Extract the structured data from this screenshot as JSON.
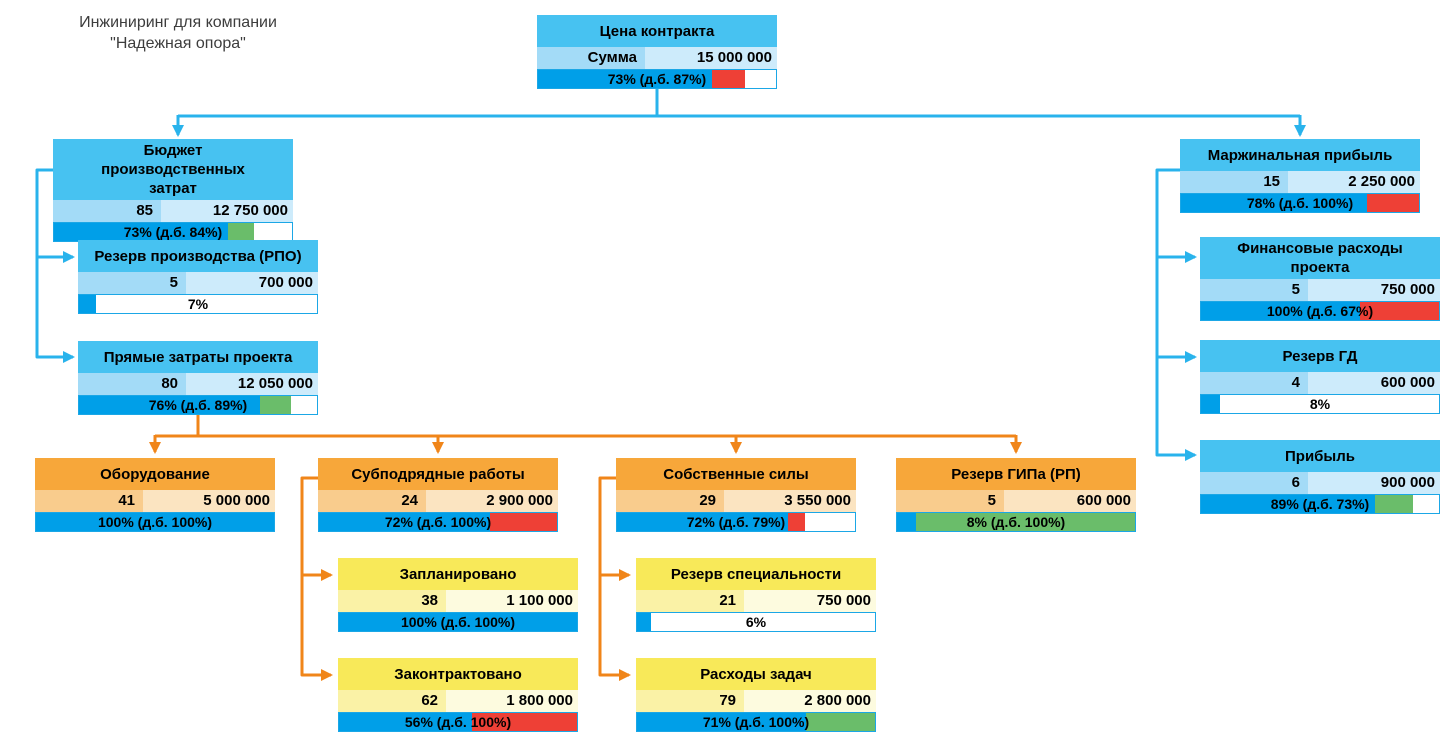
{
  "title": {
    "line1": "Инжиниринг для компании",
    "line2": "\"Надежная опора\""
  },
  "colors": {
    "blue": "#009FE8",
    "red": "#EE4036",
    "green": "#6ABD6A",
    "white": "#FFFFFF",
    "header_blue": "#47C2F1",
    "cell_blue_qty": "#A3DBF7",
    "cell_blue_amt": "#CDEBFB",
    "header_orange": "#F7A73A",
    "cell_orange_qty": "#F9CC8D",
    "cell_orange_amt": "#FBE4C1",
    "header_yellow": "#F8E959",
    "cell_yellow_qty": "#FAF2A6",
    "cell_yellow_amt": "#FDFBDF",
    "connector_blue": "#29B3EC",
    "connector_orange": "#F08519"
  },
  "nodes": {
    "contract": {
      "title": "Цена контракта",
      "qty": "Сумма",
      "amount": "15 000 000",
      "percent": "73% (д.б. 87%)",
      "segments": [
        {
          "color": "blue",
          "pct": 73
        },
        {
          "color": "red",
          "pct": 14
        }
      ]
    },
    "budget": {
      "title": "Бюджет производственных затрат",
      "qty": "85",
      "amount": "12 750 000",
      "percent": "73% (д.б. 84%)",
      "segments": [
        {
          "color": "blue",
          "pct": 73
        },
        {
          "color": "green",
          "pct": 11
        }
      ]
    },
    "reserve_rpo": {
      "title": "Резерв производства (РПО)",
      "qty": "5",
      "amount": "700 000",
      "percent": "7%",
      "segments": [
        {
          "color": "blue",
          "pct": 7
        }
      ]
    },
    "direct": {
      "title": "Прямые затраты проекта",
      "qty": "80",
      "amount": "12 050 000",
      "percent": "76% (д.б. 89%)",
      "segments": [
        {
          "color": "blue",
          "pct": 76
        },
        {
          "color": "green",
          "pct": 13
        }
      ]
    },
    "equipment": {
      "title": "Оборудование",
      "qty": "41",
      "amount": "5 000 000",
      "percent": "100% (д.б. 100%)",
      "segments": [
        {
          "color": "blue",
          "pct": 100
        }
      ]
    },
    "subcontract": {
      "title": "Субподрядные работы",
      "qty": "24",
      "amount": "2 900 000",
      "percent": "72% (д.б. 100%)",
      "segments": [
        {
          "color": "blue",
          "pct": 72
        },
        {
          "color": "red",
          "pct": 28
        }
      ]
    },
    "planned": {
      "title": "Запланировано",
      "qty": "38",
      "amount": "1 100 000",
      "percent": "100% (д.б. 100%)",
      "segments": [
        {
          "color": "blue",
          "pct": 100
        }
      ]
    },
    "contracted": {
      "title": "Законтрактовано",
      "qty": "62",
      "amount": "1 800 000",
      "percent": "56% (д.б. 100%)",
      "segments": [
        {
          "color": "blue",
          "pct": 56
        },
        {
          "color": "red",
          "pct": 44
        }
      ]
    },
    "own_forces": {
      "title": "Собственные силы",
      "qty": "29",
      "amount": "3 550 000",
      "percent": "72% (д.б. 79%)",
      "segments": [
        {
          "color": "blue",
          "pct": 72
        },
        {
          "color": "red",
          "pct": 7
        }
      ]
    },
    "spec_reserve": {
      "title": "Резерв специальности",
      "qty": "21",
      "amount": "750 000",
      "percent": "6%",
      "segments": [
        {
          "color": "blue",
          "pct": 6
        }
      ]
    },
    "task_costs": {
      "title": "Расходы задач",
      "qty": "79",
      "amount": "2 800 000",
      "percent": "71% (д.б. 100%)",
      "segments": [
        {
          "color": "blue",
          "pct": 71
        },
        {
          "color": "green",
          "pct": 29
        }
      ]
    },
    "gip_reserve": {
      "title": "Резерв ГИПа (РП)",
      "qty": "5",
      "amount": "600 000",
      "percent": "8% (д.б. 100%)",
      "segments": [
        {
          "color": "blue",
          "pct": 8
        },
        {
          "color": "green",
          "pct": 92
        }
      ]
    },
    "margin": {
      "title": "Маржинальная прибыль",
      "qty": "15",
      "amount": "2 250 000",
      "percent": "78% (д.б. 100%)",
      "segments": [
        {
          "color": "blue",
          "pct": 78
        },
        {
          "color": "red",
          "pct": 22
        }
      ]
    },
    "fin_costs": {
      "title": "Финансовые расходы проекта",
      "qty": "5",
      "amount": "750 000",
      "percent": "100% (д.б. 67%)",
      "segments": [
        {
          "color": "blue",
          "pct": 67
        },
        {
          "color": "red",
          "pct": 33
        }
      ]
    },
    "gd_reserve": {
      "title": "Резерв ГД",
      "qty": "4",
      "amount": "600 000",
      "percent": "8%",
      "segments": [
        {
          "color": "blue",
          "pct": 8
        }
      ]
    },
    "profit": {
      "title": "Прибыль",
      "qty": "6",
      "amount": "900 000",
      "percent": "89% (д.б. 73%)",
      "segments": [
        {
          "color": "blue",
          "pct": 73
        },
        {
          "color": "green",
          "pct": 16
        }
      ]
    }
  }
}
